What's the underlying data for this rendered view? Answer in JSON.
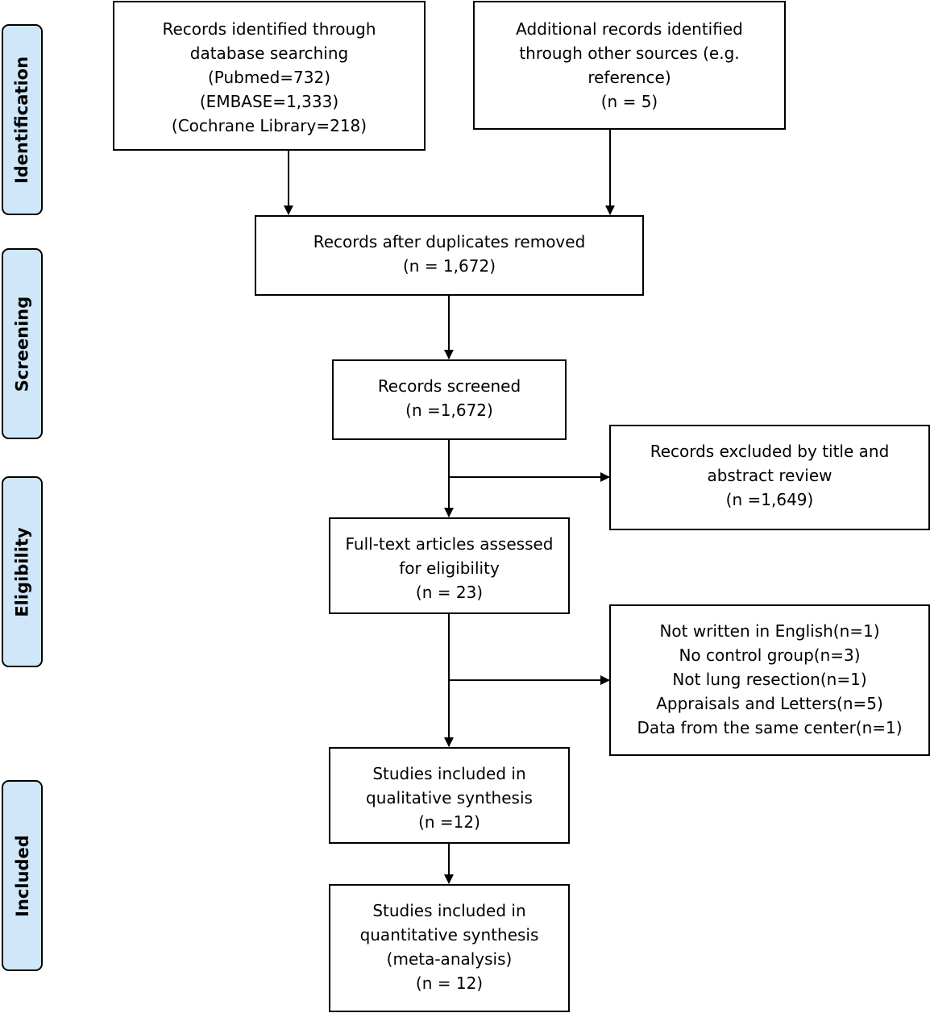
{
  "phases": {
    "identification": "Identification",
    "screening": "Screening",
    "eligibility": "Eligibility",
    "included": "Included"
  },
  "boxes": {
    "database_search": {
      "lines": [
        "Records identified through",
        "database searching",
        "(Pubmed=732)",
        "(EMBASE=1,333)",
        "(Cochrane Library=218)"
      ]
    },
    "other_sources": {
      "lines": [
        "Additional records identified",
        "through other sources (e.g.",
        "reference)",
        "(n = 5)"
      ]
    },
    "duplicates_removed": {
      "lines": [
        "Records after duplicates removed",
        "(n = 1,672)"
      ]
    },
    "records_screened": {
      "lines": [
        "Records screened",
        "(n =1,672)"
      ]
    },
    "excluded_title_abstract": {
      "lines": [
        "Records excluded by title and",
        "abstract review",
        "(n =1,649)"
      ]
    },
    "full_text_assessed": {
      "lines": [
        "Full-text articles assessed",
        "for eligibility",
        "(n = 23)"
      ]
    },
    "full_text_excluded": {
      "lines": [
        "Not written in English(n=1)",
        "No control group(n=3)",
        "Not lung resection(n=1)",
        "Appraisals and Letters(n=5)",
        "Data from the same center(n=1)"
      ]
    },
    "qualitative_synthesis": {
      "lines": [
        "Studies included in",
        "qualitative synthesis",
        "(n =12)"
      ]
    },
    "quantitative_synthesis": {
      "lines": [
        "Studies included in",
        "quantitative synthesis",
        "(meta-analysis)",
        "(n = 12)"
      ]
    }
  },
  "colors": {
    "phase_fill": "#cfe7f8",
    "stroke": "#000000"
  }
}
